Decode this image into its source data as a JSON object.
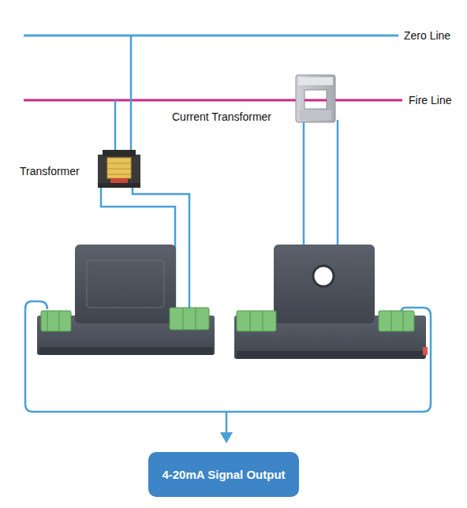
{
  "diagram": {
    "nodes": [
      {
        "text": [
          "4-20mA Signal Output"
        ]
      }
    ],
    "labels": [
      "Zero Line",
      "Fire Line",
      "Current Transformer",
      "Transformer"
    ]
  }
}
